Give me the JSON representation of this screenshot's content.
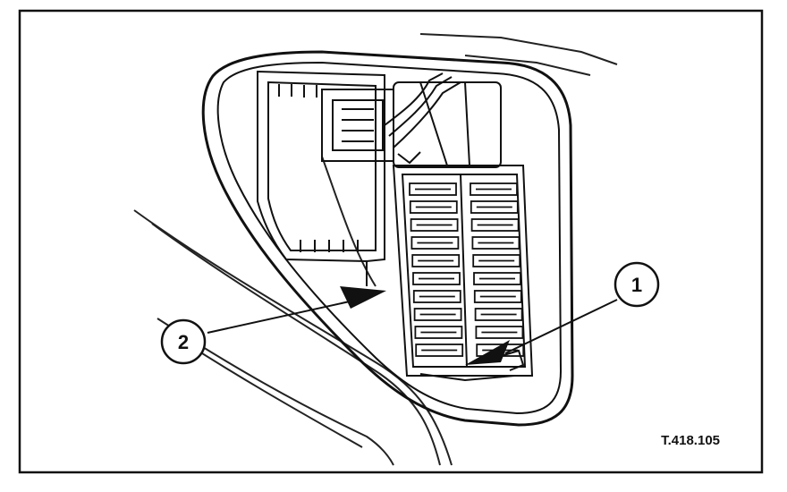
{
  "figure": {
    "callouts": [
      {
        "id": "1",
        "label": "1"
      },
      {
        "id": "2",
        "label": "2"
      }
    ],
    "reference_code": "T.418.105"
  }
}
